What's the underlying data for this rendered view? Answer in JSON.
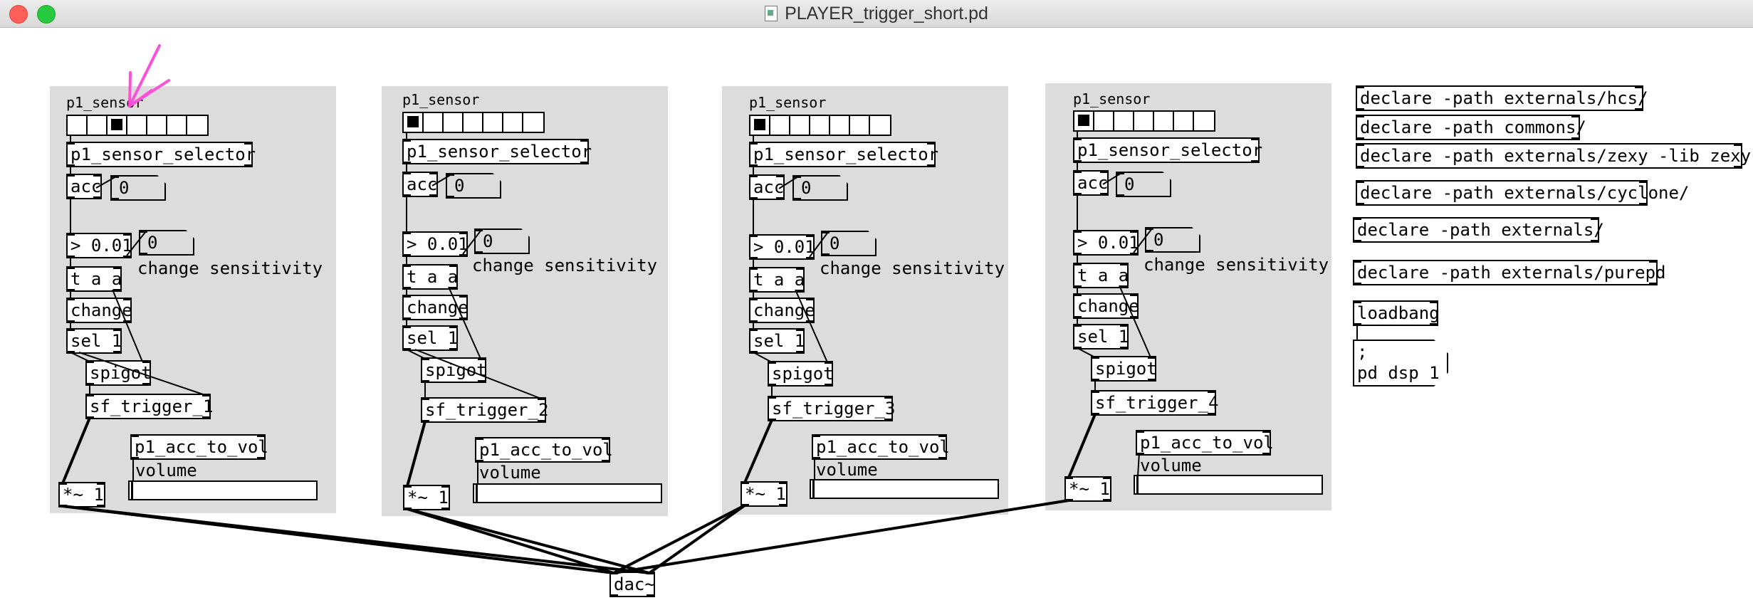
{
  "window": {
    "title": "PLAYER_trigger_short.pd"
  },
  "players": [
    {
      "canvas_label": "p1_sensor",
      "radio_selected": 2,
      "sensor_selector": "p1_sensor_selector",
      "acc": "acc",
      "acc_value": "0",
      "threshold": "> 0.01",
      "threshold_value": "0",
      "sensitivity_label": "change sensitivity",
      "trigger": "t a a",
      "change": "change",
      "select": "sel 1",
      "spigot": "spigot",
      "sf_trigger": "sf_trigger_1",
      "acc_to_vol": "p1_acc_to_vol",
      "volume_label": "volume",
      "multiply": "*~ 1"
    },
    {
      "canvas_label": "p1_sensor",
      "radio_selected": 0,
      "sensor_selector": "p1_sensor_selector",
      "acc": "acc",
      "acc_value": "0",
      "threshold": "> 0.01",
      "threshold_value": "0",
      "sensitivity_label": "change sensitivity",
      "trigger": "t a a",
      "change": "change",
      "select": "sel 1",
      "spigot": "spigot",
      "sf_trigger": "sf_trigger_2",
      "acc_to_vol": "p1_acc_to_vol",
      "volume_label": "volume",
      "multiply": "*~ 1"
    },
    {
      "canvas_label": "p1_sensor",
      "radio_selected": 0,
      "sensor_selector": "p1_sensor_selector",
      "acc": "acc",
      "acc_value": "0",
      "threshold": "> 0.01",
      "threshold_value": "0",
      "sensitivity_label": "change sensitivity",
      "trigger": "t a a",
      "change": "change",
      "select": "sel 1",
      "spigot": "spigot",
      "sf_trigger": "sf_trigger_3",
      "acc_to_vol": "p1_acc_to_vol",
      "volume_label": "volume",
      "multiply": "*~ 1"
    },
    {
      "canvas_label": "p1_sensor",
      "radio_selected": 0,
      "sensor_selector": "p1_sensor_selector",
      "acc": "acc",
      "acc_value": "0",
      "threshold": "> 0.01",
      "threshold_value": "0",
      "sensitivity_label": "change sensitivity",
      "trigger": "t a a",
      "change": "change",
      "select": "sel 1",
      "spigot": "spigot",
      "sf_trigger": "sf_trigger_4",
      "acc_to_vol": "p1_acc_to_vol",
      "volume_label": "volume",
      "multiply": "*~ 1"
    }
  ],
  "declares": [
    "declare -path externals/hcs/",
    "declare -path commons/",
    "declare -path externals/zexy -lib zexy",
    "declare -path externals/cyclone/",
    "declare -path externals/",
    "declare -path externals/purepd"
  ],
  "loadbang": "loadbang",
  "dsp_message": ";\npd dsp 1",
  "dac": "dac~",
  "colors": {
    "canvas_background": "#dcdcdc",
    "annotation_arrow": "#ff4fd8"
  },
  "icons": {
    "document": "pd-document-icon"
  }
}
